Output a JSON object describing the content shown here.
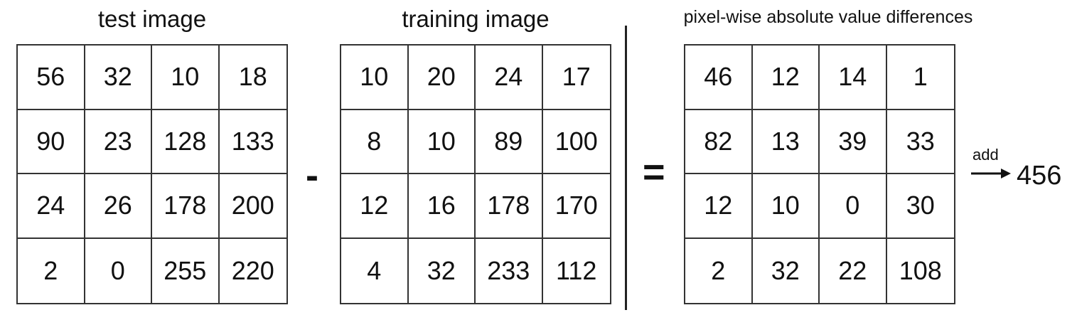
{
  "titles": {
    "test": "test image",
    "training": "training image",
    "diff": "pixel-wise absolute value differences"
  },
  "grids": {
    "test": [
      [
        "56",
        "32",
        "10",
        "18"
      ],
      [
        "90",
        "23",
        "128",
        "133"
      ],
      [
        "24",
        "26",
        "178",
        "200"
      ],
      [
        "2",
        "0",
        "255",
        "220"
      ]
    ],
    "training": [
      [
        "10",
        "20",
        "24",
        "17"
      ],
      [
        "8",
        "10",
        "89",
        "100"
      ],
      [
        "12",
        "16",
        "178",
        "170"
      ],
      [
        "4",
        "32",
        "233",
        "112"
      ]
    ],
    "diff": [
      [
        "46",
        "12",
        "14",
        "1"
      ],
      [
        "82",
        "13",
        "39",
        "33"
      ],
      [
        "12",
        "10",
        "0",
        "30"
      ],
      [
        "2",
        "32",
        "22",
        "108"
      ]
    ]
  },
  "operators": {
    "minus": "-",
    "equals": "="
  },
  "result": {
    "add_label": "add",
    "sum": "456"
  }
}
